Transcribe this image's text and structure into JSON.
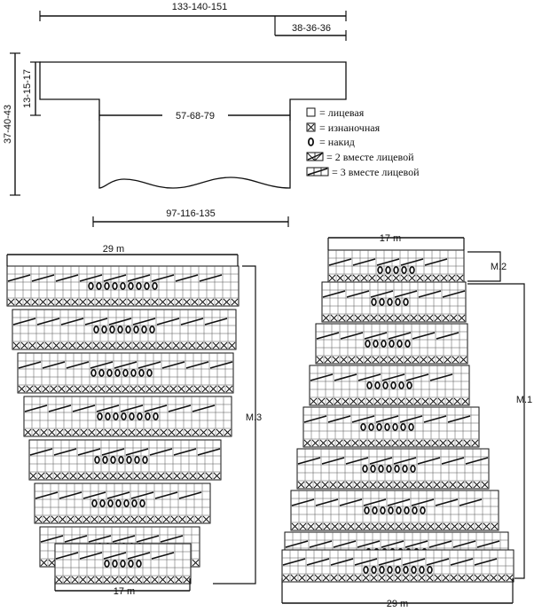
{
  "garment": {
    "top_width": "133-140-151",
    "sleeve_width": "38-36-36",
    "total_height": "37-40-43",
    "yoke_height": "13-15-17",
    "chest_width": "57-68-79",
    "hem_width": "97-116-135"
  },
  "legend": [
    {
      "symbol": "knit",
      "label": "= лицевая"
    },
    {
      "symbol": "purl",
      "label": "= изнаночная"
    },
    {
      "symbol": "yarn-over",
      "label": "= накид"
    },
    {
      "symbol": "k2tog",
      "label": "= 2 вместе лицевой"
    },
    {
      "symbol": "k3tog",
      "label": "= 3 вместе лицевой"
    }
  ],
  "chart_left": {
    "top_stitches": "29 m",
    "bottom_stitches": "17 m",
    "label": "M.3"
  },
  "chart_right": {
    "top_stitches": "17 m",
    "bottom_stitches": "29 m",
    "label_upper": "M.2",
    "label_lower": "M.1"
  },
  "colors": {
    "ink": "#111111",
    "grid": "#555555",
    "background": "#ffffff"
  }
}
